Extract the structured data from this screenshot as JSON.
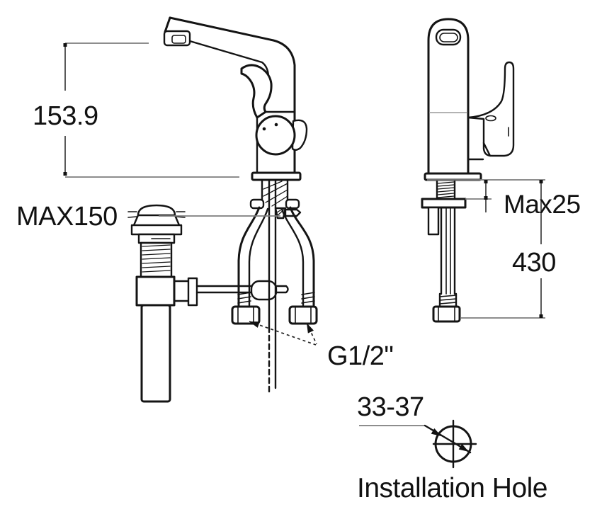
{
  "labels": {
    "spout_height": "153.9",
    "drain_max": "MAX150",
    "deck_max": "Max25",
    "hose_length": "430",
    "thread_size": "G1/2\"",
    "hole_diameter": "33-37",
    "hole_caption": "Installation Hole"
  },
  "colors": {
    "background": "#ffffff",
    "outline": "#141414",
    "dimension_line": "#7d7d7d",
    "text": "#111111"
  }
}
